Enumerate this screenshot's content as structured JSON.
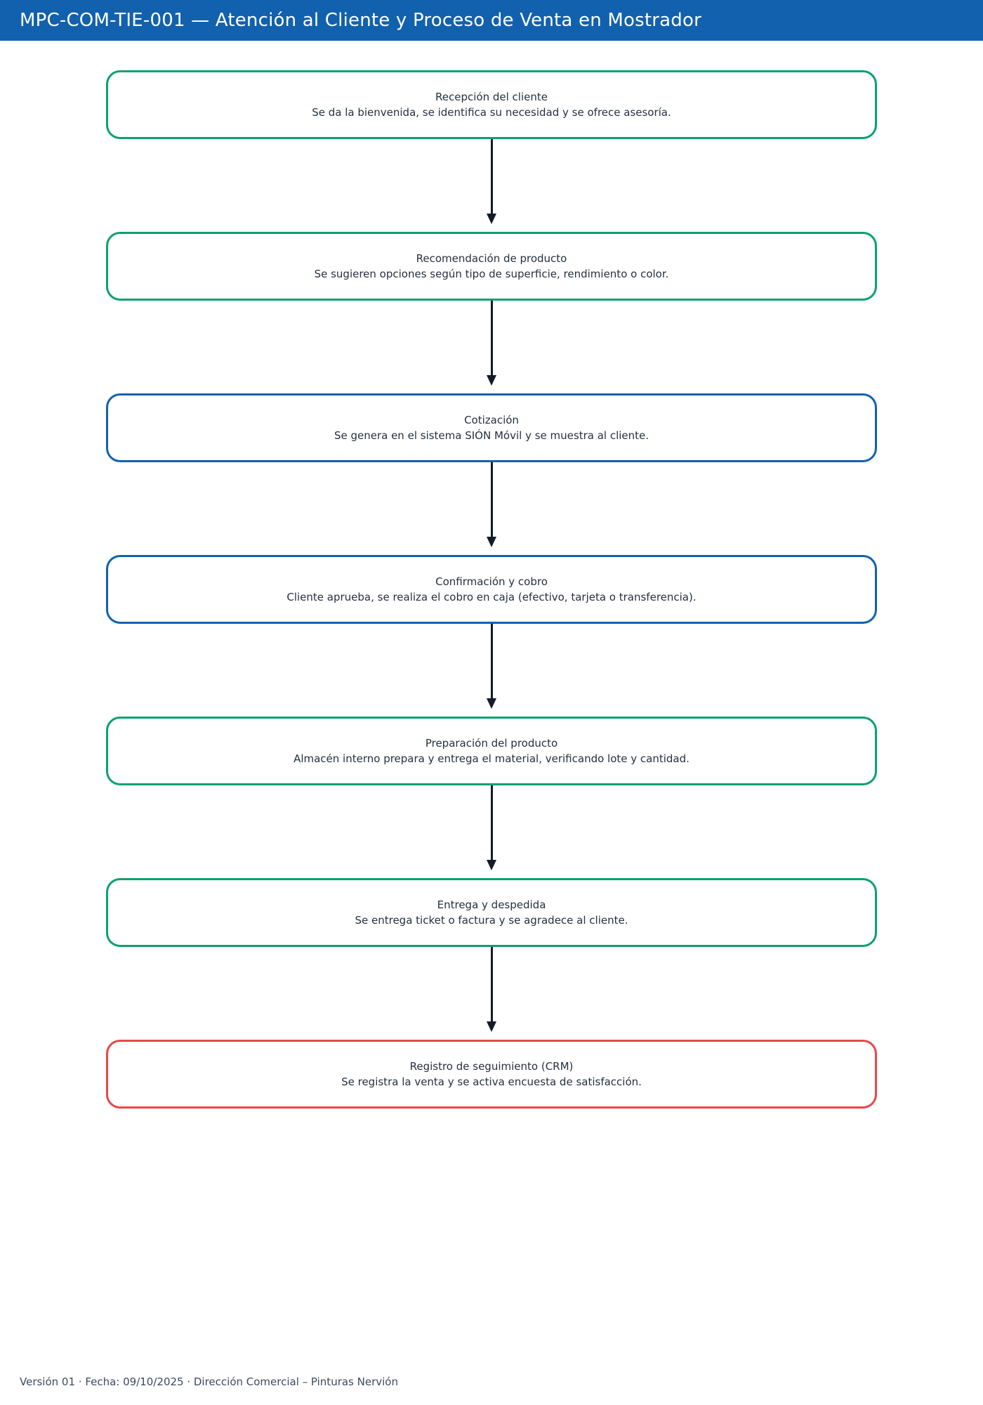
{
  "header": {
    "title": "MPC-COM-TIE-001 — Atención al Cliente y Proceso de Venta en Mostrador",
    "background_color": "#1161ae",
    "text_color": "#ffffff"
  },
  "flow": {
    "arrow_color": "#141b2b",
    "steps": [
      {
        "title": "Recepción del cliente",
        "description": "Se da la bienvenida, se identifica su necesidad y se ofrece asesoría.",
        "border_color": "#0aa170"
      },
      {
        "title": "Recomendación de producto",
        "description": "Se sugieren opciones según tipo de superficie, rendimiento o color.",
        "border_color": "#0aa170"
      },
      {
        "title": "Cotización",
        "description": "Se genera en el sistema SIÓN Móvil y se muestra al cliente.",
        "border_color": "#1161ae"
      },
      {
        "title": "Confirmación y cobro",
        "description": "Cliente aprueba, se realiza el cobro en caja (efectivo, tarjeta o transferencia).",
        "border_color": "#1161ae"
      },
      {
        "title": "Preparación del producto",
        "description": "Almacén interno prepara y entrega el material, verificando lote y cantidad.",
        "border_color": "#0aa170"
      },
      {
        "title": "Entrega y despedida",
        "description": "Se entrega ticket o factura y se agradece al cliente.",
        "border_color": "#0aa170"
      },
      {
        "title": "Registro de seguimiento (CRM)",
        "description": "Se registra la venta y se activa encuesta de satisfacción.",
        "border_color": "#e94747"
      }
    ]
  },
  "footer": {
    "text": "Versión 01 · Fecha: 09/10/2025 · Dirección Comercial – Pinturas Nervión"
  }
}
